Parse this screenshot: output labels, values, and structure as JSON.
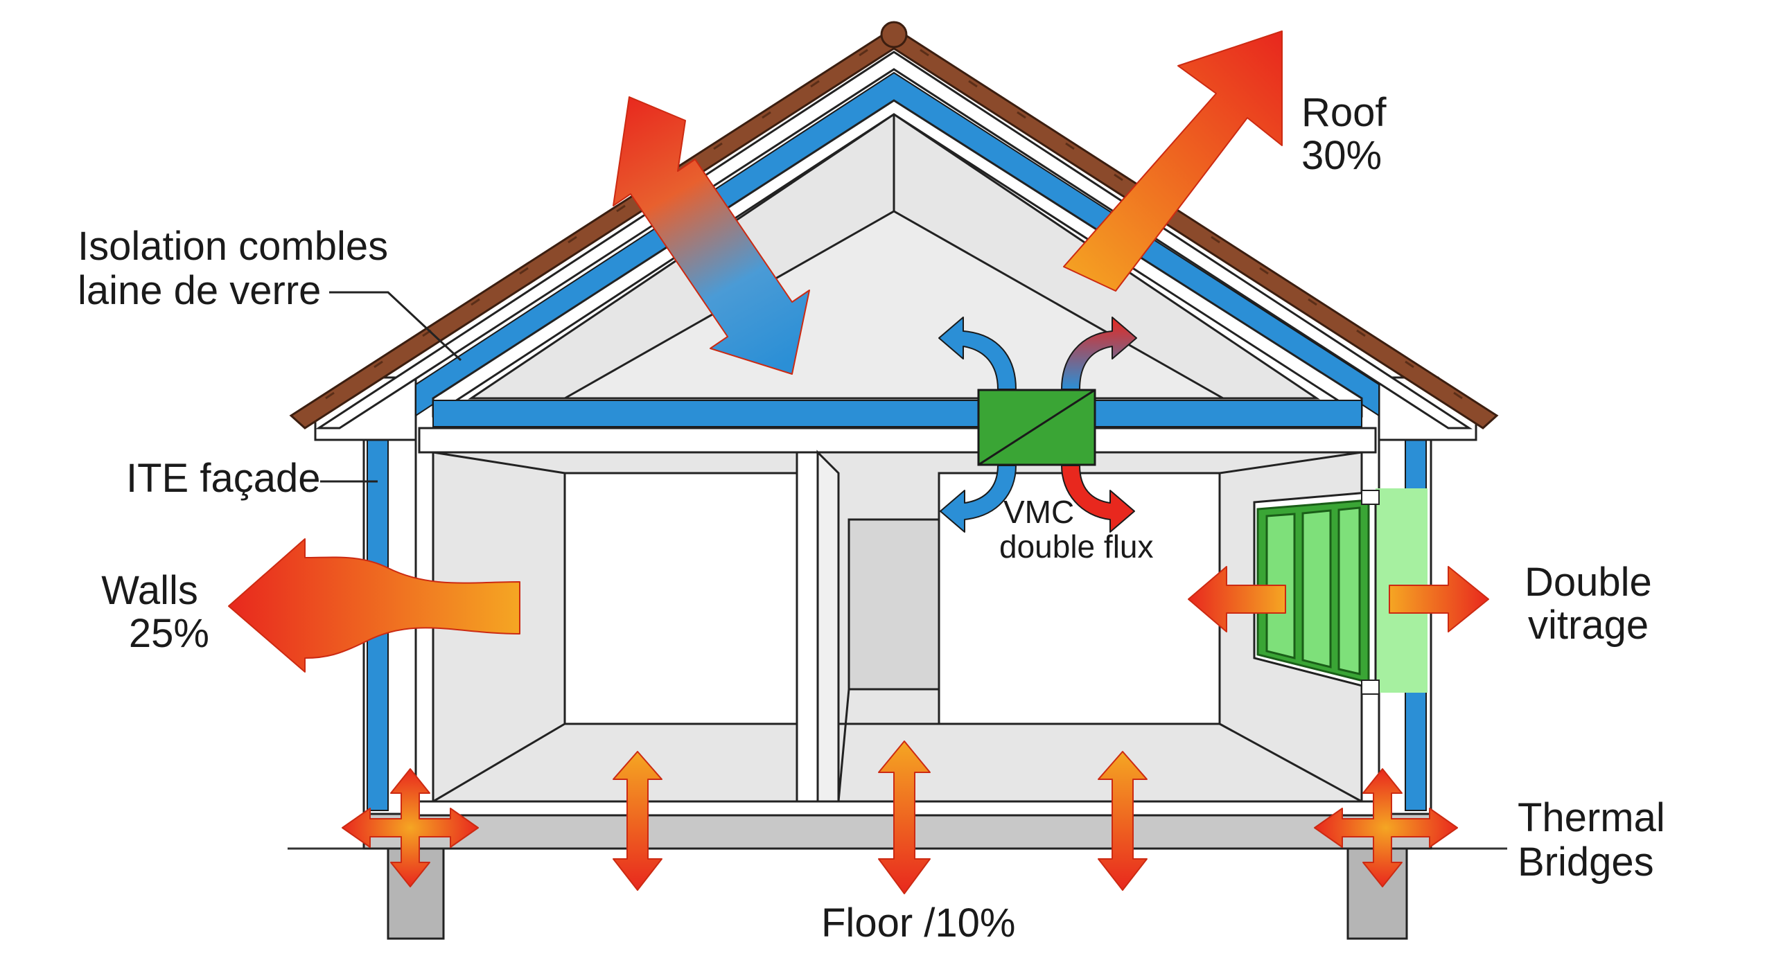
{
  "labels": {
    "roof_line1": "Roof",
    "roof_line2": "30%",
    "attic_line1": "Isolation combles",
    "attic_line2": "laine de verre",
    "facade": "ITE façade",
    "walls_line1": "Walls",
    "walls_line2": "25%",
    "vmc_line1": "VMC",
    "vmc_line2": "double flux",
    "window_line1": "Double",
    "window_line2": "vitrage",
    "bridges_line1": "Thermal",
    "bridges_line2": "Bridges",
    "floor": "Floor /10%"
  },
  "colors": {
    "insulation": "#2b8fd6",
    "roof_tiles": "#8b4a2b",
    "heat_hot": "#e8281e",
    "heat_warm": "#f5a623",
    "vmc_unit": "#3aa535",
    "glazing": "#a6f0a0",
    "interior": "#e6e6e6",
    "slab": "#c8c8c8"
  },
  "icons": {
    "heat_arrow": "heat-loss-arrow-icon",
    "airflow": "airflow-arrow-icon",
    "heat_exchanger": "heat-exchanger-icon"
  }
}
